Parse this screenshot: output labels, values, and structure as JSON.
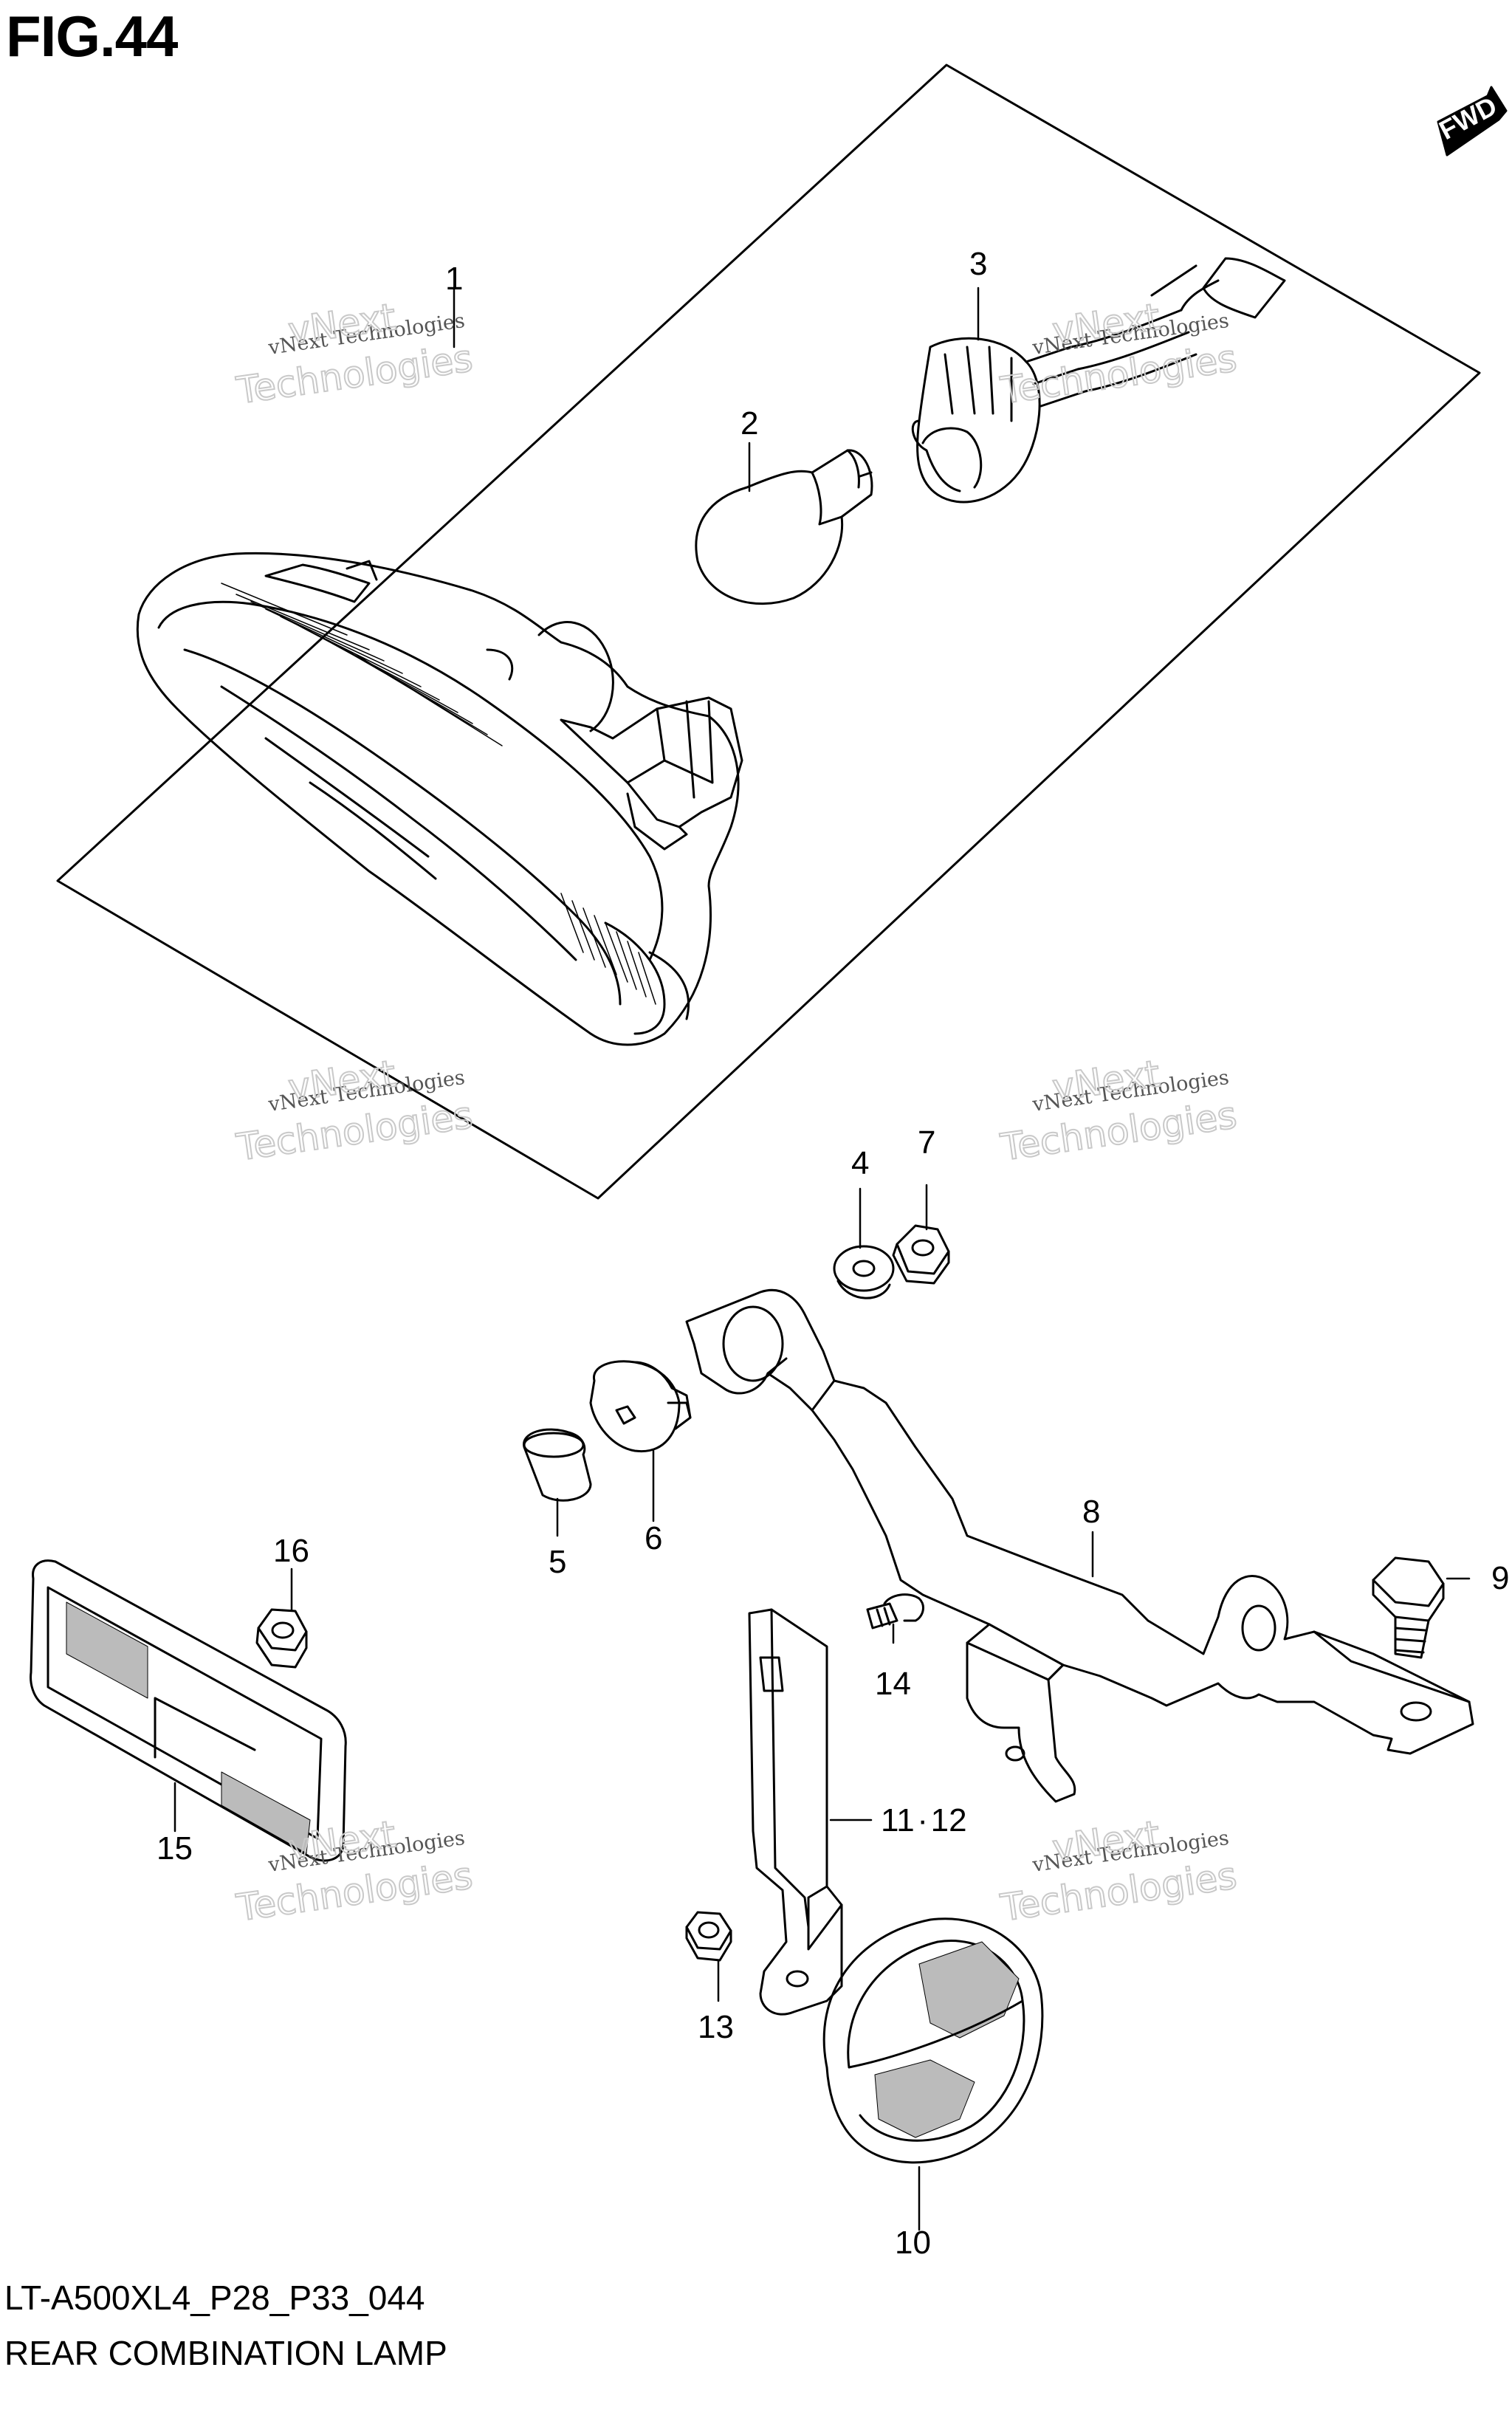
{
  "figure": {
    "title": "FIG.44",
    "code": "LT-A500XL4_P28_P33_044",
    "name": "REAR COMBINATION LAMP",
    "direction_badge": "FWD"
  },
  "callouts": {
    "p1": "1",
    "p2": "2",
    "p3": "3",
    "p4": "4",
    "p5": "5",
    "p6": "6",
    "p7": "7",
    "p8": "8",
    "p9": "9",
    "p10": "10",
    "p11_12": "11 · 12",
    "p13": "13",
    "p14": "14",
    "p15": "15",
    "p16": "16"
  },
  "watermark": {
    "line1": "vNext Technologies",
    "big_top": "vNext",
    "big_bottom": "Technologies"
  },
  "colors": {
    "line": "#000000",
    "background": "#ffffff",
    "watermark": "#c9c9c9"
  }
}
